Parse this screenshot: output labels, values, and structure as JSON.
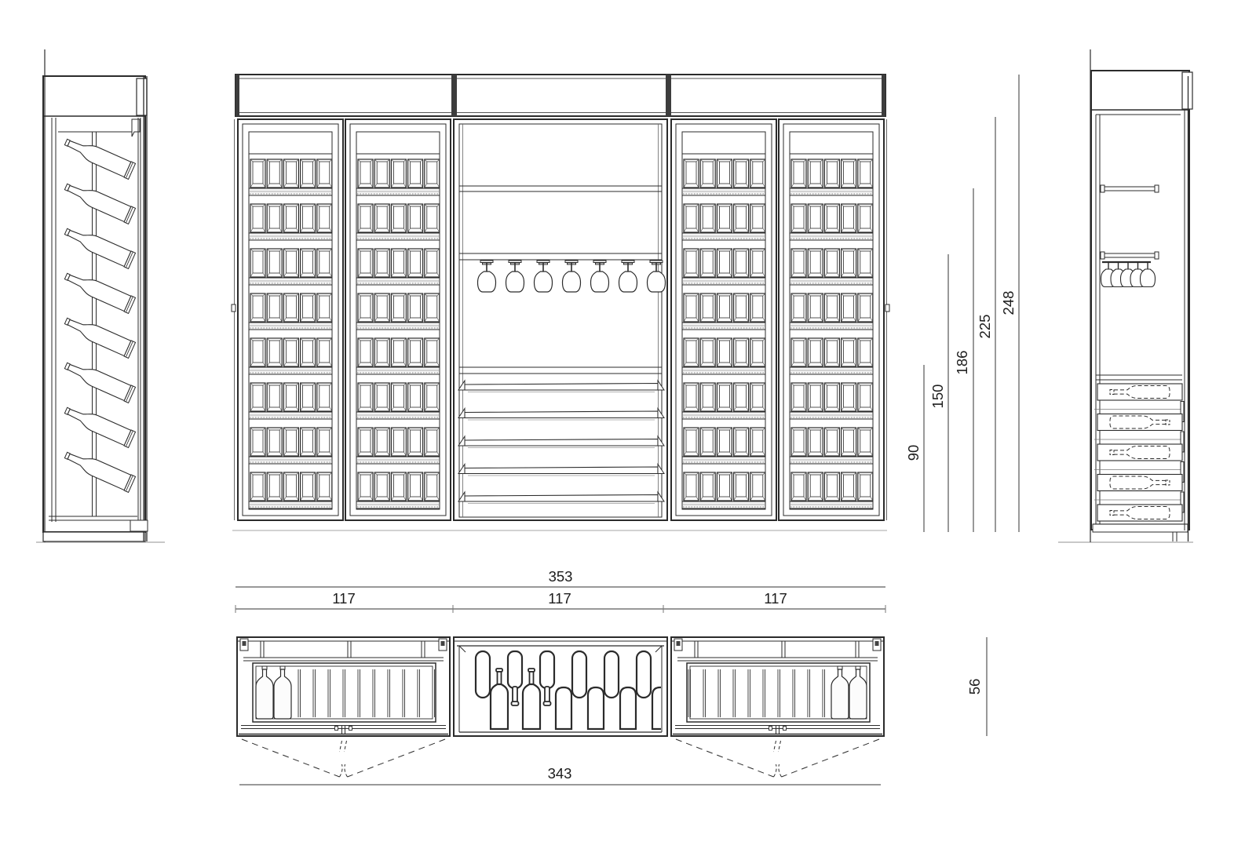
{
  "drawing": {
    "kind": "wine-cabinet-technical-drawing",
    "background": "#ffffff",
    "line_color": "#2b2b2b",
    "light_line_color": "#8a8a8a"
  },
  "dims": {
    "overall_width": "353",
    "module_widths": [
      "117",
      "117",
      "117"
    ],
    "open_doors_width": "343",
    "depth": "56",
    "heights": [
      "90",
      "150",
      "186",
      "225",
      "248"
    ]
  },
  "front_elevation": {
    "door_count": 4,
    "bottle_rows_per_door": 8,
    "bottles_per_row": 5,
    "hanging_glasses": 7,
    "pullout_trays": 5
  },
  "left_side_view": {
    "tilted_bottles": 8
  },
  "right_side_view": {
    "hanging_glasses": 5,
    "bottle_drawers": 5
  },
  "plan_view": {
    "left_module_bottles": 2,
    "right_module_bottles": 2,
    "slats_per_door_module": 10,
    "middle_top_slots": [
      "slot",
      "bottle_down",
      "bottle_down",
      "slot",
      "slot",
      "slot"
    ],
    "middle_bottom_slots": [
      "bottle_up",
      "bottle_up",
      "arch",
      "arch",
      "arch",
      "arch"
    ]
  }
}
